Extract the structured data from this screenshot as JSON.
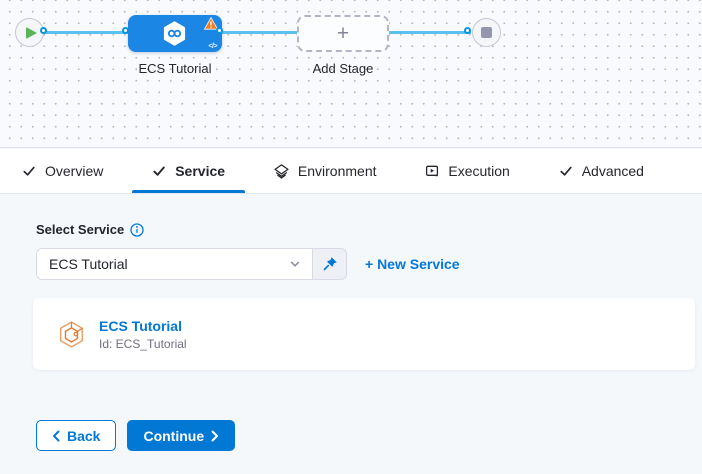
{
  "colors": {
    "primary_blue": "#0278d5",
    "node_blue": "#1b86e3",
    "warning_orange": "#ef7d23",
    "connector_blue": "#5ac0ee",
    "service_icon_orange": "#e0873e",
    "panel_bg": "#f5f8fb"
  },
  "canvas": {
    "stage": {
      "label": "ECS Tutorial",
      "code_glyph": "</>"
    },
    "add_stage": {
      "label": "Add Stage",
      "plus_glyph": "+"
    }
  },
  "tabs": [
    {
      "label": "Overview",
      "icon": "check-icon"
    },
    {
      "label": "Service",
      "icon": "check-icon",
      "active": true
    },
    {
      "label": "Environment",
      "icon": "environment-layers-icon"
    },
    {
      "label": "Execution",
      "icon": "execution-play-icon"
    },
    {
      "label": "Advanced",
      "icon": "check-icon"
    }
  ],
  "service_panel": {
    "select_label": "Select Service",
    "dropdown": {
      "value": "ECS Tutorial"
    },
    "new_service_label": "+ New Service",
    "service_card": {
      "title": "ECS Tutorial",
      "id": "Id: ECS_Tutorial"
    }
  },
  "footer": {
    "back_label": "Back",
    "continue_label": "Continue"
  }
}
